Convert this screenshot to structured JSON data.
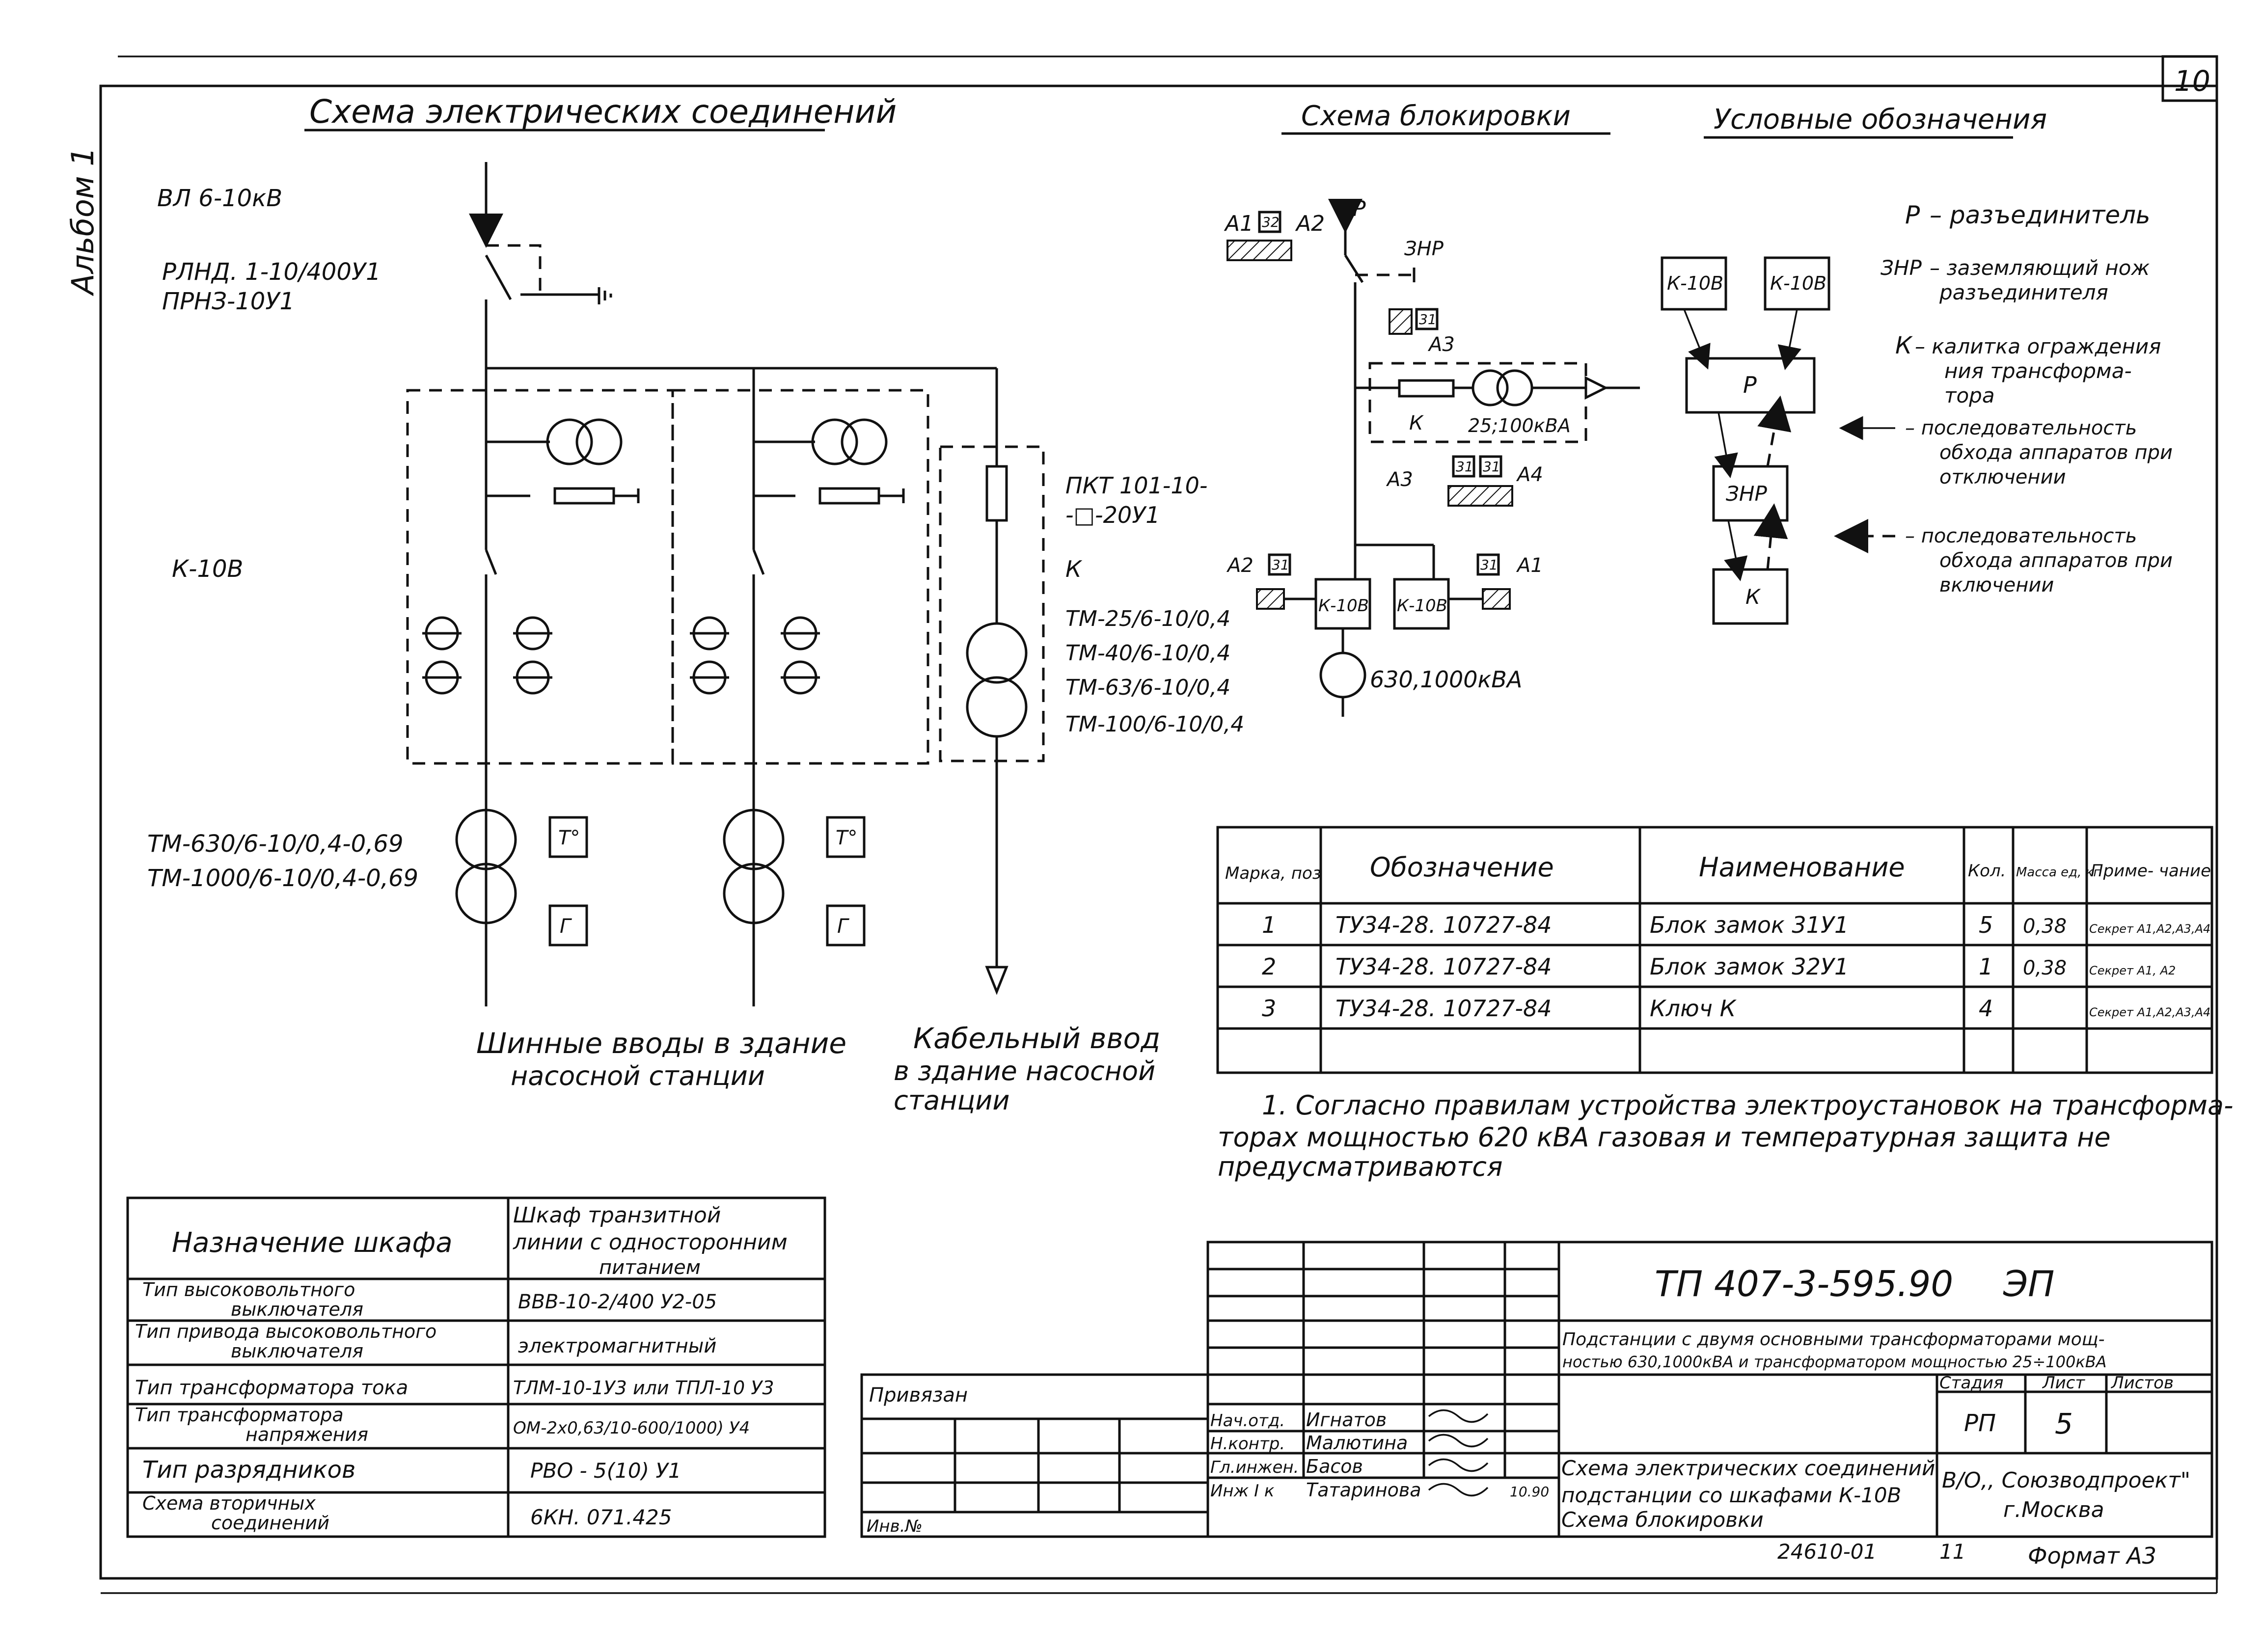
{
  "sheet_number": "10",
  "album_label": "Альбом 1",
  "headings": {
    "connections": "Схема электрических соединений",
    "interlock": "Схема блокировки",
    "legend": "Условные обозначения"
  },
  "connections": {
    "line_label": "ВЛ 6-10кВ",
    "disconnector_1": "РЛНД. 1-10/400У1",
    "disconnector_2": "ПРНЗ-10У1",
    "cabinet": "К-10В",
    "fuse_1": "ПКТ 101-10-",
    "fuse_2": "-□-20У1",
    "k_mark": "К",
    "aux_transformers": [
      "ТМ-25/6-10/0,4",
      "ТМ-40/6-10/0,4",
      "ТМ-63/6-10/0,4",
      "ТМ-100/6-10/0,4"
    ],
    "main_transformers": [
      "ТМ-630/6-10/0,4-0,69",
      "ТМ-1000/6-10/0,4-0,69"
    ],
    "relay_t": "Т°",
    "relay_g": "Г",
    "bus_inputs": [
      "Шинные вводы в здание",
      "насосной станции"
    ],
    "cable_input": [
      "Кабельный ввод",
      "в здание насосной",
      "станции"
    ]
  },
  "interlock": {
    "a1": "А1",
    "a2": "А2",
    "a3": "А3",
    "a4": "А4",
    "p": "Р",
    "zhr": "ЗНР",
    "lock32": "32",
    "lock31": "31",
    "k": "К",
    "aux_power": "25;100кВА",
    "cab_left": "К-10В",
    "cab_right": "К-10В",
    "main_power": "630,1000кВА"
  },
  "legend": {
    "items": [
      {
        "code": "Р",
        "text": [
          "– разъединитель"
        ]
      },
      {
        "code": "ЗНР",
        "text": [
          "– заземляющий нож",
          "разъединителя"
        ]
      },
      {
        "code": "К",
        "text": [
          "– калитка ограждения",
          "ния трансформа-",
          "тора"
        ]
      },
      {
        "code": "",
        "text": [
          "– последовательность",
          "обхода аппаратов при",
          "отключении"
        ]
      },
      {
        "code": "",
        "text": [
          "– последовательность",
          "обхода аппаратов при",
          "включении"
        ]
      }
    ],
    "block_k10v_1": "К-10В",
    "block_k10v_2": "К-10В",
    "block_p": "Р",
    "block_zhr": "ЗНР",
    "block_k": "К"
  },
  "spec_table": {
    "headers": [
      "Марка, поз",
      "Обозначение",
      "Наименование",
      "Кол.",
      "Масса ед, кг",
      "Приме- чание"
    ],
    "rows": [
      [
        "1",
        "ТУ34-28. 10727-84",
        "Блок замок 31У1",
        "5",
        "0,38",
        "Секрет А1,А2,А3,А4"
      ],
      [
        "2",
        "ТУ34-28. 10727-84",
        "Блок замок 32У1",
        "1",
        "0,38",
        "Секрет А1, А2"
      ],
      [
        "3",
        "ТУ34-28. 10727-84",
        "Ключ К",
        "4",
        "",
        "Секрет А1,А2,А3,А4"
      ]
    ]
  },
  "note": [
    "1. Согласно правилам устройства электроустановок на трансформа-",
    "торах мощностью 620 кВА газовая и температурная защита не",
    "предусматриваются"
  ],
  "cabinet_table": {
    "header_left": "Назначение шкафа",
    "header_right": [
      "Шкаф транзитной",
      "линии с односторонним",
      "питанием"
    ],
    "rows": [
      {
        "label": [
          "Тип высоковольтного",
          "выключателя"
        ],
        "value": "ВВВ-10-2/400 У2-05"
      },
      {
        "label": [
          "Тип привода высоковольтного",
          "выключателя"
        ],
        "value": "электромагнитный"
      },
      {
        "label": [
          "Тип трансформатора тока"
        ],
        "value": "ТЛМ-10-1У3 или ТПЛ-10 У3"
      },
      {
        "label": [
          "Тип трансформатора",
          "напряжения"
        ],
        "value": "ОМ-2х0,63/10-600/1000) У4"
      },
      {
        "label": [
          "Тип разрядников"
        ],
        "value": "РВО - 5(10) У1"
      },
      {
        "label": [
          "Схема вторичных",
          "соединений"
        ],
        "value": "6КН. 071.425"
      }
    ]
  },
  "binding": {
    "label": "Привязан",
    "inv": "Инв.№"
  },
  "title_block": {
    "code": "ТП 407-3-595.90",
    "suffix": "ЭП",
    "project": [
      "Подстанции с двумя основными трансформаторами мощ-",
      "ностью 630,1000кВА и трансформатором мощностью 25÷100кВА"
    ],
    "stage_header": "Стадия",
    "sheet_header": "Лист",
    "sheets_header": "Листов",
    "stage": "РП",
    "sheet": "5",
    "roles": [
      {
        "role": "Нач.отд.",
        "name": "Игнатов"
      },
      {
        "role": "Н.контр.",
        "name": "Малютина"
      },
      {
        "role": "Гл.инжен.",
        "name": "Басов"
      },
      {
        "role": "Инж I к",
        "name": "Татаринова"
      }
    ],
    "date": "10.90",
    "drawing_title": [
      "Схема электрических соединений",
      "подстанции со шкафами К-10В",
      "Схема блокировки"
    ],
    "org": [
      "В/О,, Союзводпроект\"",
      "г.Москва"
    ]
  },
  "footer": {
    "archive": "24610-01",
    "num": "11",
    "format": "Формат А3"
  }
}
